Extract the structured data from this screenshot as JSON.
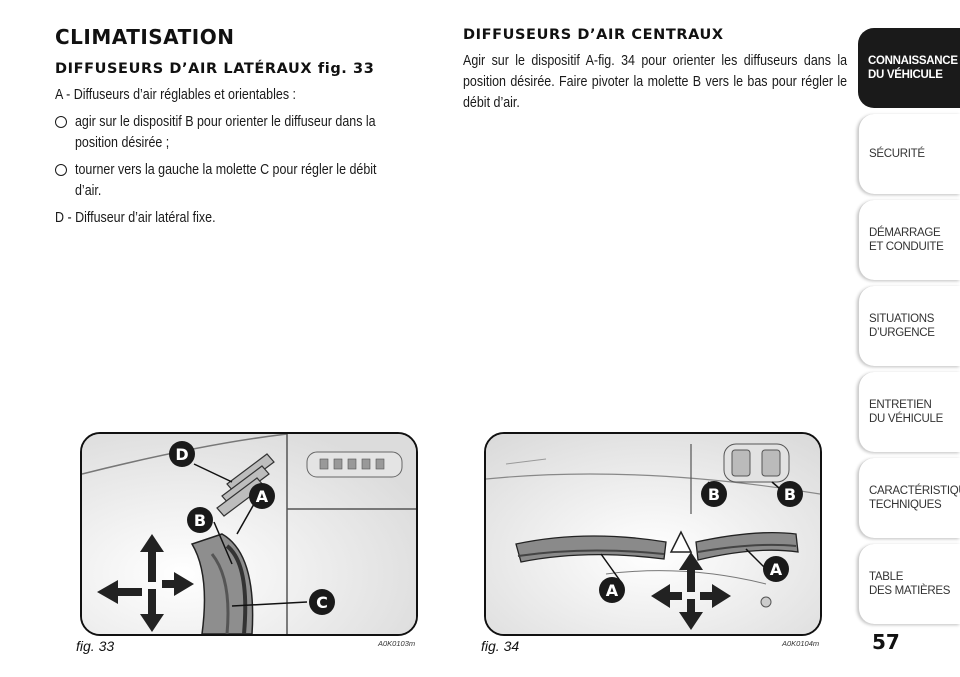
{
  "left": {
    "title": "CLIMATISATION",
    "subtitle": "DIFFUSEURS D’AIR LATÉRAUX fig. 33",
    "item_a": "A - Diffuseurs d’air réglables et orientables :",
    "bullet1": "agir sur le dispositif B pour orienter le diffuseur dans la position désirée ;",
    "bullet2": "tourner vers la gauche la molette C pour régler le débit d’air.",
    "item_d": "D - Diffuseur d’air latéral fixe."
  },
  "right": {
    "subtitle": "DIFFUSEURS D’AIR CENTRAUX",
    "body": "Agir sur le dispositif A-fig. 34 pour orienter les diffuseurs dans la position désirée. Faire pivoter la molette B vers le bas pour régler le débit d’air."
  },
  "fig33": {
    "caption": "fig. 33",
    "code": "A0K0103m",
    "labels": {
      "d": "D",
      "a": "A",
      "b": "B",
      "c": "C"
    }
  },
  "fig34": {
    "caption": "fig. 34",
    "code": "A0K0104m",
    "labels": {
      "b1": "B",
      "b2": "B",
      "a1": "A",
      "a2": "A"
    }
  },
  "page_number": "57",
  "tabs": [
    {
      "label": "CONNAISSANCE\nDU VÉHICULE",
      "active": true
    },
    {
      "label": "SÉCURITÉ",
      "active": false
    },
    {
      "label": "DÉMARRAGE\nET CONDUITE",
      "active": false
    },
    {
      "label": "SITUATIONS\nD’URGENCE",
      "active": false
    },
    {
      "label": "ENTRETIEN\nDU VÉHICULE",
      "active": false
    },
    {
      "label": "CARACTÉRISTIQUES\nTECHNIQUES",
      "active": false
    },
    {
      "label": "TABLE\nDES MATIÈRES",
      "active": false
    }
  ]
}
